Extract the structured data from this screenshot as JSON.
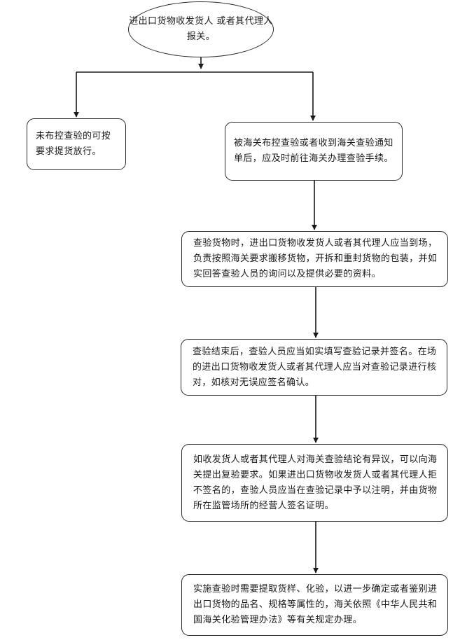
{
  "flowchart": {
    "start": {
      "line1": "进出口货物收发货人",
      "line2": "或者其代理人报关。"
    },
    "release": {
      "text": "未布控查验的可按要求提货放行。"
    },
    "notice": {
      "text": "被海关布控查验或者收到海关查验通知单后，应及时前往海关办理查验手续。"
    },
    "inspect": {
      "text": "查验货物时，进出口货物收发货人或者其代理人应当到场，负责按照海关要求搬移货物，开拆和重封货物的包装，并如实回答查验人员的询问以及提供必要的资料。"
    },
    "record": {
      "text": "查验结束后，查验人员应当如实填写查验记录并签名。在场的进出口货物收发货人或者其代理人应当对查验记录进行核对，如核对无误应签名确认。"
    },
    "objection": {
      "text": "如收发货人或者其代理人对海关查验结论有异议，可以向海关提出复验要求。如果进出口货物收发货人或者其代理人拒不签名的，查验人员应当在查验记录中予以注明，并由货物所在监管场所的经营人签名证明。"
    },
    "sampling": {
      "text": "实施查验时需要提取货样、化验，以进一步确定或者鉴别进出口货物的品名、规格等属性的，海关依照《中华人民共和国海关化验管理办法》等有关规定办理。"
    }
  }
}
